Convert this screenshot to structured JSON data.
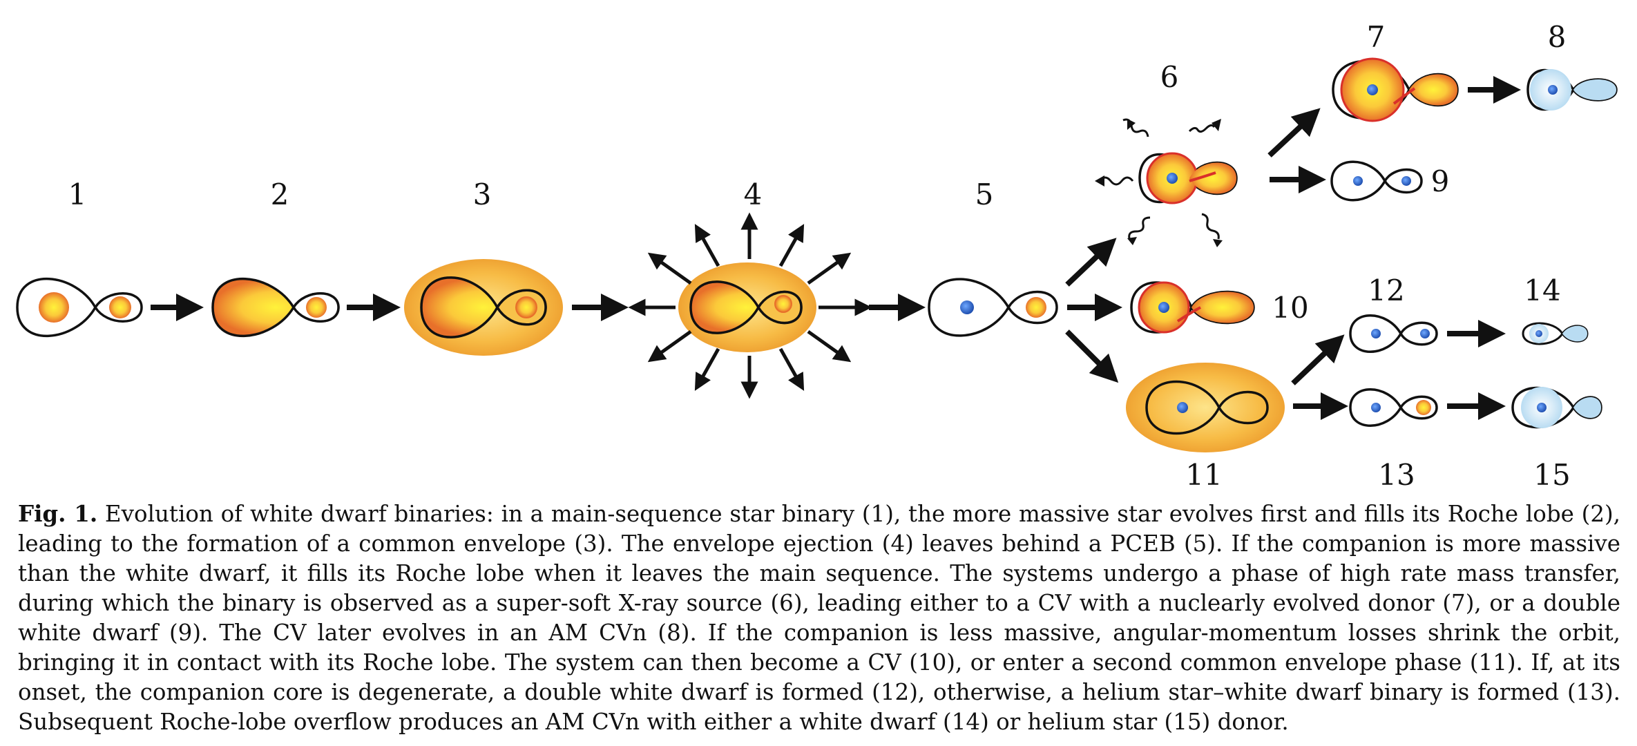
{
  "figure": {
    "stage_labels": [
      "1",
      "2",
      "3",
      "4",
      "5",
      "6",
      "7",
      "8",
      "9",
      "10",
      "11",
      "12",
      "13",
      "14",
      "15"
    ]
  },
  "caption": {
    "label": "Fig. 1.",
    "text": "Evolution of white dwarf binaries: in a main-sequence star binary (1), the more massive star evolves first and fills its Roche lobe (2), leading to the formation of a common envelope (3). The envelope ejection (4) leaves behind a PCEB (5). If the companion is more massive than the white dwarf, it fills its Roche lobe when it leaves the main sequence. The systems undergo a phase of high rate mass transfer, during which the binary is observed as a super-soft X-ray source (6), leading either to a CV with a nuclearly evolved donor (7), or a double white dwarf (9). The CV later evolves in an AM CVn (8). If the companion is less massive, angular-momentum losses shrink the orbit, bringing it in contact with its Roche lobe. The system can then become a CV (10), or enter a second common envelope phase (11). If, at its onset, the companion core is degenerate, a double white dwarf is formed (12), otherwise, a helium star–white dwarf binary is formed (13). Subsequent Roche-lobe overflow produces an AM CVn with either a white dwarf (14) or helium star (15) donor."
  },
  "colors": {
    "star_center": "#fff23a",
    "star_edge": "#e8702a",
    "white_dwarf": "#2f6fd8",
    "accretion_disc": "#d6ecf8",
    "envelope": "#f5b23c",
    "stream": "#d9302a",
    "outline": "#111111"
  }
}
